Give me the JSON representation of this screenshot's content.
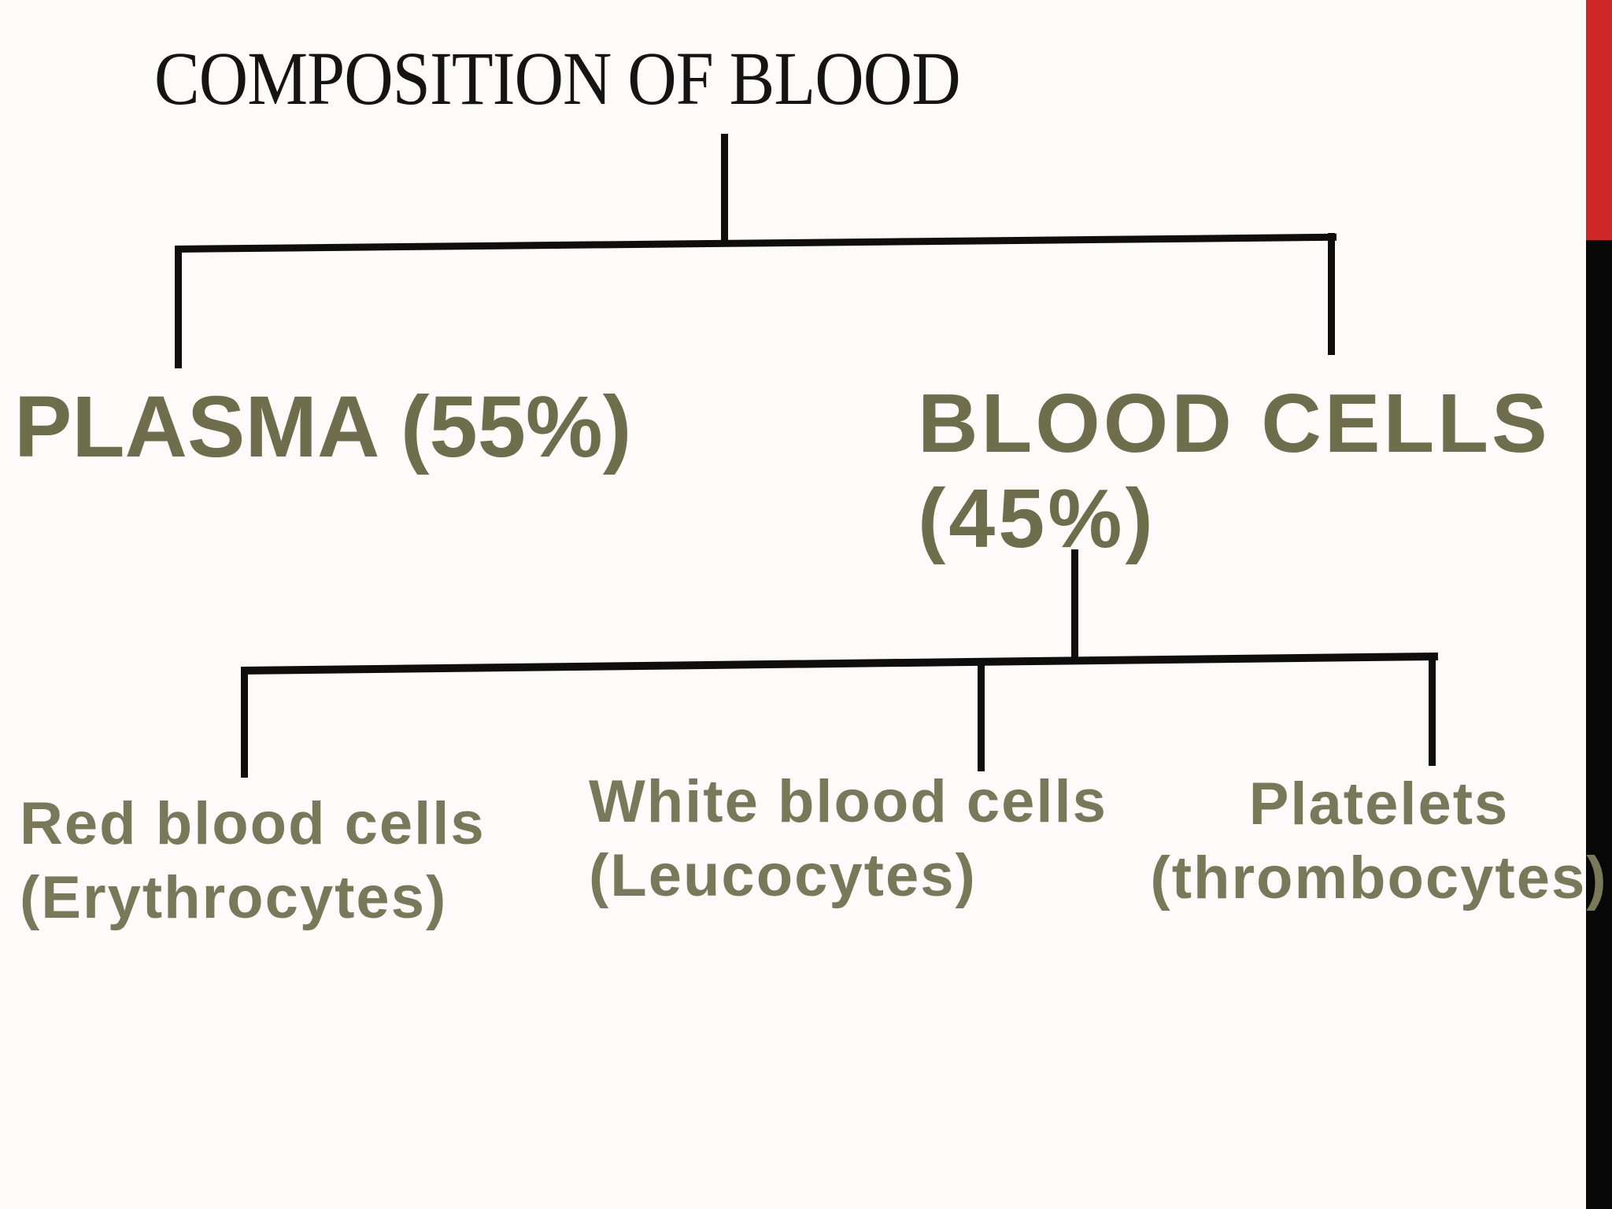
{
  "title": "COMPOSITION OF BLOOD",
  "nodes": {
    "plasma": {
      "label": "PLASMA (55%)"
    },
    "blood_cells": {
      "line1": "BLOOD CELLS",
      "line2": "(45%)"
    },
    "red_blood_cells": {
      "line1": "Red blood cells",
      "line2": "(Erythrocytes)"
    },
    "white_blood_cells": {
      "line1": "White blood cells",
      "line2": "(Leucocytes)"
    },
    "platelets": {
      "line1": "Platelets",
      "line2": "(thrombocytes)"
    }
  },
  "hierarchy": {
    "root": "COMPOSITION OF BLOOD",
    "children": [
      {
        "label": "PLASMA (55%)",
        "children": []
      },
      {
        "label": "BLOOD CELLS (45%)",
        "children": [
          "Red blood cells (Erythrocytes)",
          "White blood cells (Leucocytes)",
          "Platelets (thrombocytes)"
        ]
      }
    ]
  },
  "colors": {
    "heading_text": "#6e6e4d",
    "label_text": "#79795a",
    "connector": "#0e0e0e",
    "title_text": "#141414",
    "sidebar_red": "#cf2728",
    "sidebar_black": "#070707",
    "background": "#fcfbfa"
  }
}
